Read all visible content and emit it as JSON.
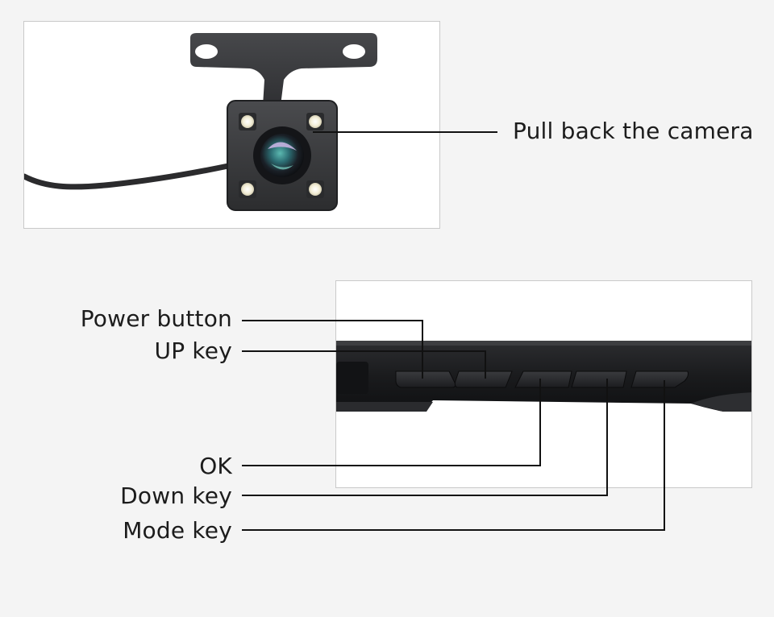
{
  "camera": {
    "label": "Pull back the camera"
  },
  "buttons": {
    "power": "Power button",
    "up": "UP key",
    "ok": "OK",
    "down": "Down key",
    "mode": "Mode key"
  },
  "colors": {
    "background": "#f4f4f4",
    "panel": "#ffffff",
    "device_body": "#1e1e20",
    "camera_body": "#3a3b3d",
    "leader_line": "#111111"
  },
  "icons": {
    "camera": "rear-camera-icon",
    "device": "mirror-dashcam-icon"
  }
}
